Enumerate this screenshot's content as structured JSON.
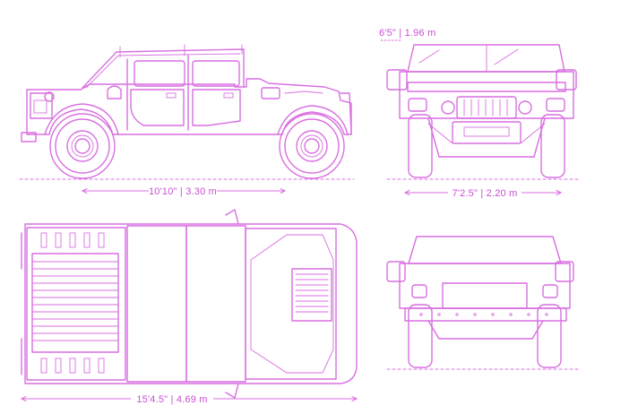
{
  "colors": {
    "line": "#d86fe0",
    "text": "#c94fd4",
    "background": "#ffffff"
  },
  "dimensions": {
    "side_length": "10'10\" | 3.30 m",
    "front_height": "6'5\" | 1.96 m",
    "front_width": "7'2.5\" | 2.20 m",
    "top_length": "15'4.5\" | 4.69 m"
  }
}
